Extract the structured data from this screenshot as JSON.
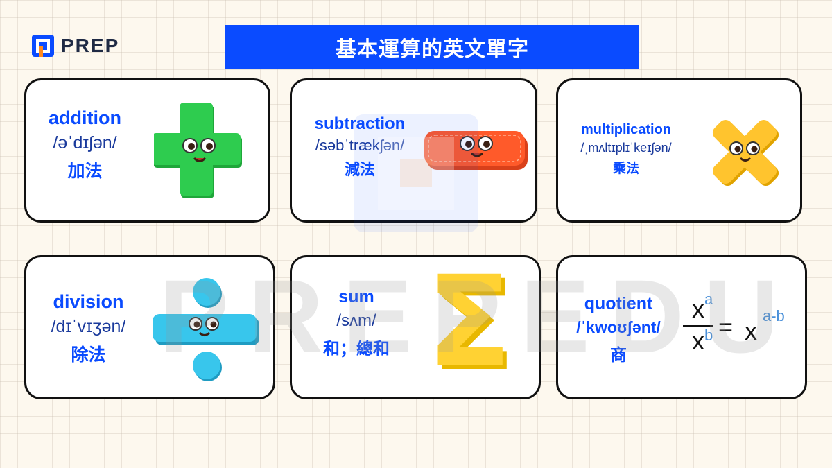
{
  "brand": {
    "name": "PREP",
    "watermark": "PREPEDU"
  },
  "title": "基本運算的英文單字",
  "cards": [
    {
      "word": "addition",
      "ipa": "/əˈdɪʃən/",
      "zh": "加法"
    },
    {
      "word": "subtraction",
      "ipa": "/səbˈtrækʃən/",
      "zh": "減法"
    },
    {
      "word": "multiplication",
      "ipa": "/ˌmʌltɪplɪˈkeɪʃən/",
      "zh": "乘法"
    },
    {
      "word": "division",
      "ipa": "/dɪˈvɪʒən/",
      "zh": "除法"
    },
    {
      "word": "sum",
      "ipa": "/sʌm/",
      "zh": "和；總和",
      "symbol": "Σ"
    },
    {
      "word": "quotient",
      "ipa": "/ˈkwoʊʃənt/",
      "zh": "商",
      "formula": {
        "base": "x",
        "num_exp": "a",
        "den_exp": "b",
        "equals": "=",
        "res_exp": "a-b"
      }
    }
  ],
  "colors": {
    "accent": "#0a4bff",
    "plus": "#2ecc4f",
    "minus": "#ff5a2a",
    "times": "#ffc42e",
    "divide": "#38c6ec",
    "sigma": "#ffd233"
  },
  "icons": [
    "prep-logo-icon",
    "plus-character-icon",
    "minus-character-icon",
    "times-character-icon",
    "divide-character-icon",
    "sigma-icon"
  ]
}
